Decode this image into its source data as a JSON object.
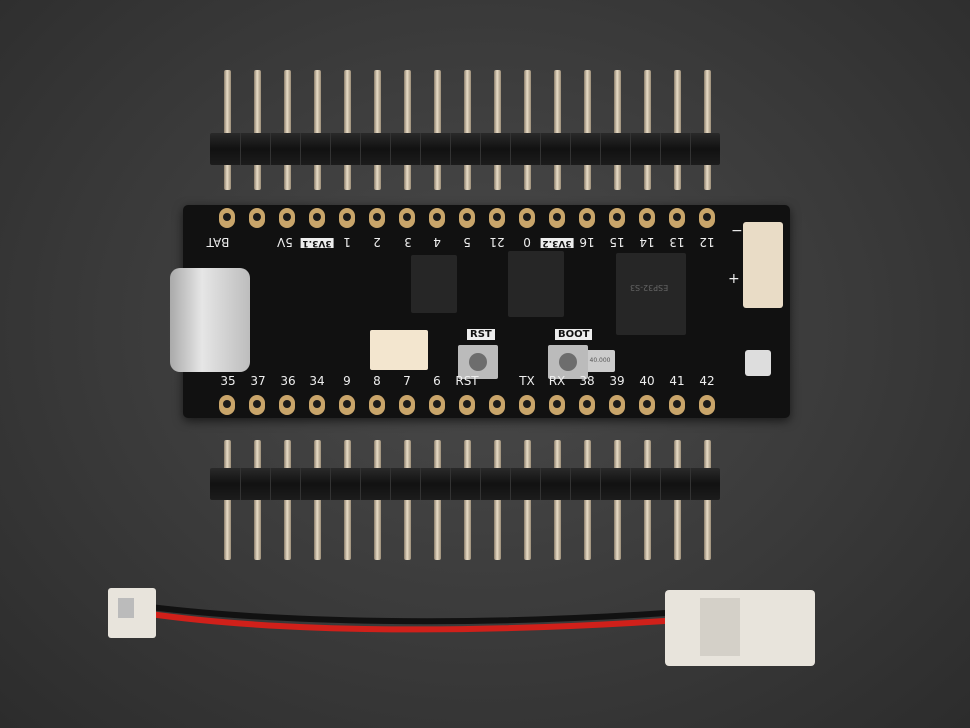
{
  "board": {
    "top_labels": [
      "BAT",
      "5V",
      "3V3.1",
      "1",
      "2",
      "3",
      "4",
      "5",
      "21",
      "0",
      "3V3.2",
      "16",
      "15",
      "14",
      "13",
      "12"
    ],
    "bottom_labels": [
      "35",
      "37",
      "36",
      "34",
      "9",
      "8",
      "7",
      "6",
      "RST",
      "TX",
      "RX",
      "38",
      "39",
      "40",
      "41",
      "42"
    ],
    "buttons": {
      "reset": "RST",
      "boot": "BOOT"
    },
    "module_label": "ESP32-S3",
    "crystal_label": "40.000",
    "battery_marks": {
      "minus": "−",
      "plus": "+"
    }
  },
  "colors": {
    "pcb": "#111111",
    "pad_gold": "#c9a56a",
    "wire_red": "#d0201a",
    "wire_black": "#111111",
    "connector": "#e8e4dc"
  }
}
